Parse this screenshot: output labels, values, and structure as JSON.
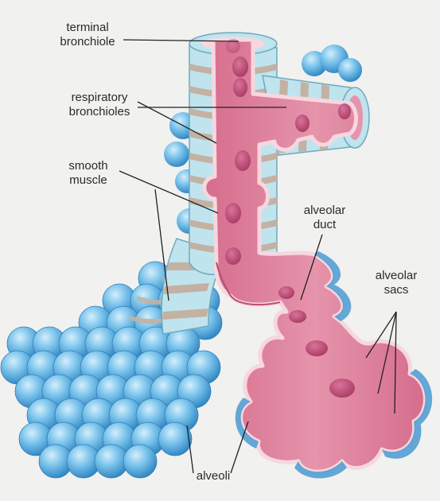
{
  "figure": {
    "labels": {
      "terminal_bronchiole": [
        "terminal",
        "bronchiole"
      ],
      "respiratory_bronchioles": [
        "respiratory",
        "bronchioles"
      ],
      "smooth_muscle": [
        "smooth",
        "muscle"
      ],
      "alveolar_duct": [
        "alveolar",
        "duct"
      ],
      "alveolar_sacs": [
        "alveolar",
        "sacs"
      ],
      "alveoli": "alveoli"
    },
    "colors": {
      "background": "#f1f1ef",
      "alveolus_blue": "#7cc4ec",
      "alveolus_dark": "#3b8fc9",
      "tube_outer": "#bfe4ee",
      "smooth_muscle": "#c3b1a3",
      "lumen_pink": "#e28aa0",
      "lumen_dark": "#c2587a",
      "wall_light": "#f6d7df"
    }
  }
}
